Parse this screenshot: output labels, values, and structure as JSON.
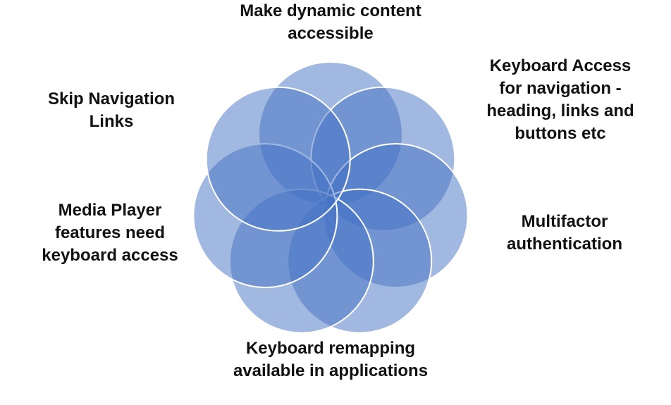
{
  "diagram": {
    "colors": {
      "fill": "#4472C4",
      "stroke": "#ffffff",
      "text": "#111111"
    },
    "petals": [
      {
        "name": "petal-top"
      },
      {
        "name": "petal-top-right"
      },
      {
        "name": "petal-right"
      },
      {
        "name": "petal-bottom-right"
      },
      {
        "name": "petal-bottom-left"
      },
      {
        "name": "petal-left"
      },
      {
        "name": "petal-top-left"
      }
    ],
    "labels": {
      "top": [
        "Make dynamic content",
        "accessible"
      ],
      "top_right": [
        "Keyboard Access",
        "for navigation -",
        "heading, links and",
        "buttons etc"
      ],
      "right": [
        "Multifactor",
        "authentication"
      ],
      "bottom": [
        "Keyboard remapping",
        "available in applications"
      ],
      "left": [
        "Media Player",
        "features need",
        "keyboard access"
      ],
      "top_left": [
        "Skip Navigation",
        "Links"
      ]
    }
  }
}
